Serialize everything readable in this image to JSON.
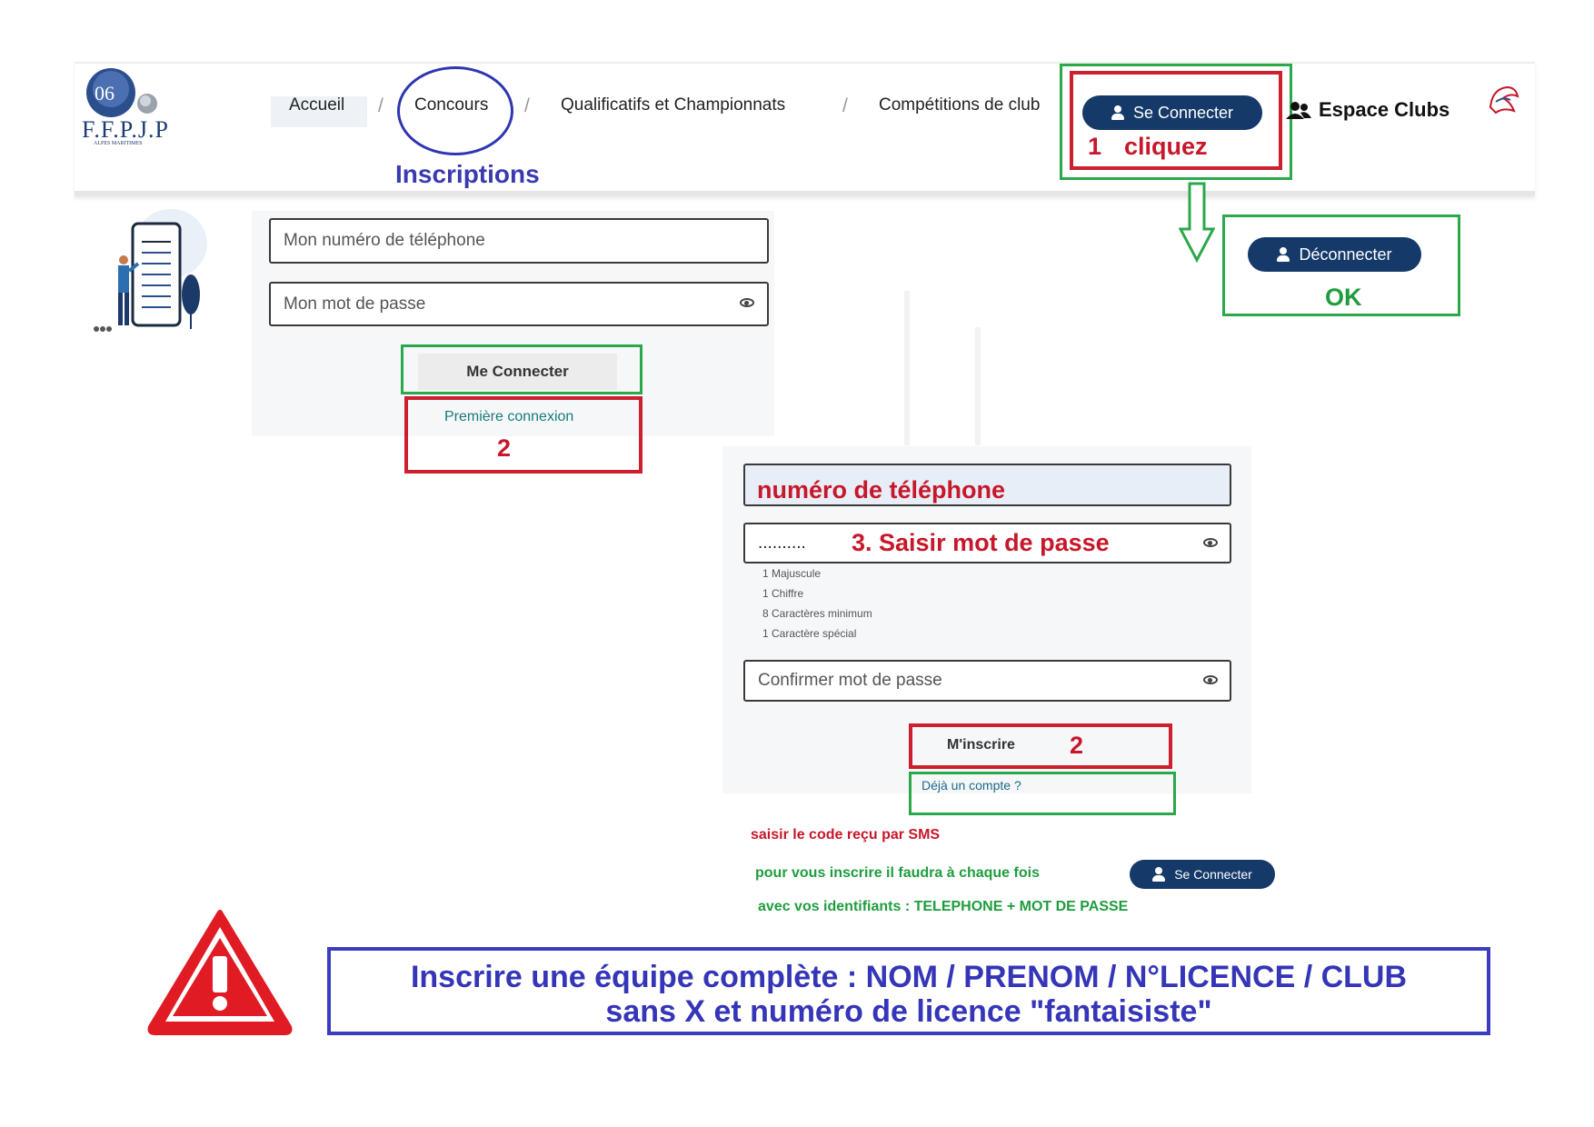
{
  "logo": {
    "text": "F.F.P.J.P",
    "subtext": "ALPES MARITIMES",
    "badge": "06"
  },
  "nav": {
    "items": [
      "Accueil",
      "Concours",
      "Qualificatifs et Championnats",
      "Compétitions de club"
    ],
    "separator": "/",
    "espace_clubs": "Espace Clubs",
    "se_connecter": "Se Connecter"
  },
  "annotations": {
    "inscriptions": "Inscriptions",
    "step1_num": "1",
    "step1": "cliquez",
    "ok": "OK",
    "step2": "2",
    "step2b": "2",
    "phone_label": "numéro de téléphone",
    "step3": "3.   Saisir mot de passe",
    "sms": "saisir le code reçu par SMS",
    "reminder1": "pour vous inscrire il faudra à chaque fois",
    "reminder2": "avec vos identifiants : TELEPHONE + MOT DE PASSE",
    "warning1": "Inscrire une équipe complète : NOM / PRENOM / N°LICENCE / CLUB",
    "warning2": "sans X et numéro de licence \"fantaisiste\""
  },
  "login": {
    "phone_placeholder": "Mon numéro de téléphone",
    "password_placeholder": "Mon mot de passe",
    "submit": "Me Connecter",
    "first_login": "Première connexion"
  },
  "disconnect": {
    "label": "Déconnecter"
  },
  "signup": {
    "password_value": "..........",
    "rules": [
      "1 Majuscule",
      "1 Chiffre",
      "8 Caractères minimum",
      "1 Caractère spécial"
    ],
    "confirm_placeholder": "Confirmer mot de passe",
    "submit": "M'inscrire",
    "existing": "Déjà un compte ?"
  },
  "small_connect": {
    "label": "Se Connecter"
  },
  "colors": {
    "navy": "#153a6a",
    "red": "#c7172a",
    "green": "#1f9d3e",
    "blue": "#3535b8"
  }
}
